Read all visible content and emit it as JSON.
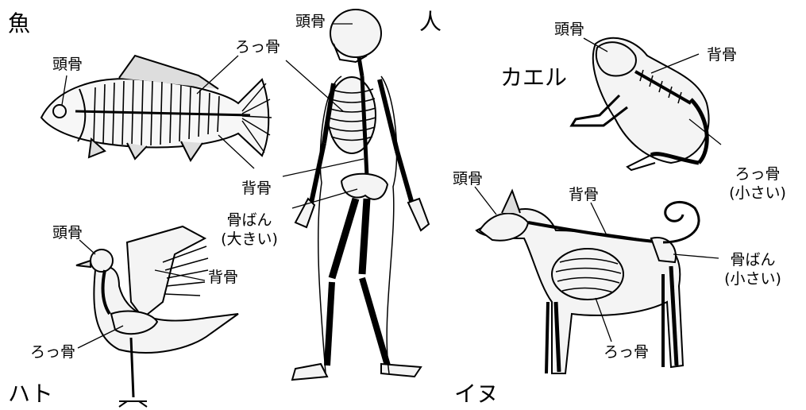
{
  "animals": {
    "fish": "魚",
    "human": "人",
    "frog": "カエル",
    "pigeon": "ハト",
    "dog": "イヌ"
  },
  "labels": {
    "skull": "頭骨",
    "ribs": "ろっ骨",
    "backbone": "背骨",
    "pelvis": "骨ばん",
    "large": "(大きい)",
    "small": "(小さい)"
  }
}
